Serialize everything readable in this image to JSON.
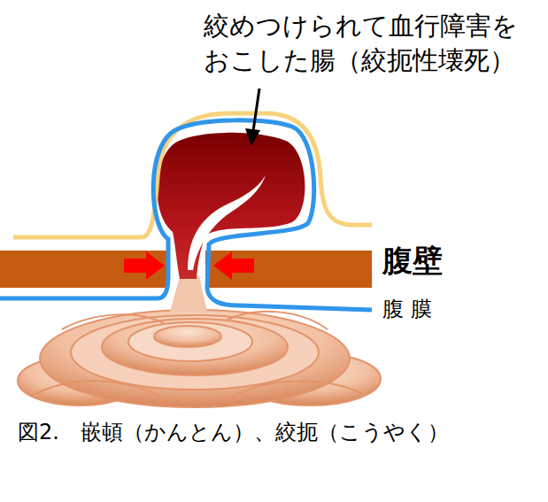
{
  "diagram": {
    "caption": "図2.　嵌頓（かんとん）、絞扼（こうやく）",
    "labels": [
      "絞めつけられて血行障害を おこした腸（絞扼性壊死）",
      "腹壁",
      "腹 膜"
    ]
  }
}
